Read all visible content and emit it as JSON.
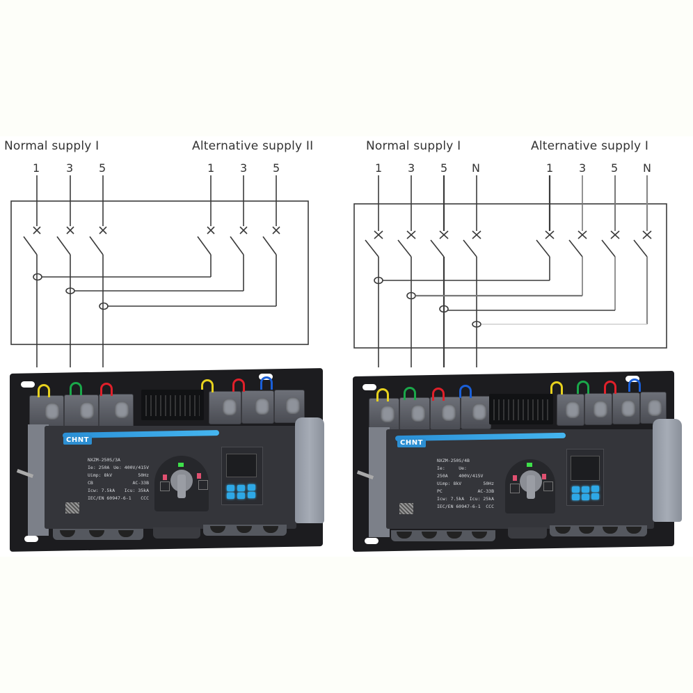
{
  "diagrams": [
    {
      "id": "3-pole",
      "normal_supply_label": "Normal supply I",
      "alternative_supply_label": "Alternative supply II",
      "normal_terminals": [
        "1",
        "3",
        "5"
      ],
      "alternative_terminals": [
        "1",
        "3",
        "5"
      ]
    },
    {
      "id": "4-pole",
      "normal_supply_label": "Normal supply I",
      "alternative_supply_label": "Alternative supply I",
      "normal_terminals": [
        "1",
        "3",
        "5",
        "N"
      ],
      "alternative_terminals": [
        "1",
        "3",
        "5",
        "N"
      ]
    }
  ],
  "devices": [
    {
      "brand": "CHNT",
      "model": "NXZM-250S/3A",
      "nameplate": [
        [
          "Ie: 250A",
          "Ue: 400V/415V"
        ],
        [
          "Uimp: 8kV",
          "50Hz"
        ],
        [
          "CB",
          "AC-33B"
        ],
        [
          "Icw: 7.5kA",
          "Icu: 35kA"
        ],
        [
          "IEC/EN 60947-6-1",
          "CCC"
        ]
      ],
      "wire_colors": [
        "#e8d21e",
        "#1aa84a",
        "#e0202a",
        "#e8d21e",
        "#e0202a",
        "#1a5fd8"
      ]
    },
    {
      "brand": "CHNT",
      "model": "NXZM-250S/4B",
      "nameplate": [
        [
          "Ie: 250A",
          "Ue: 400V/415V"
        ],
        [
          "Uimp: 8kV",
          "50Hz"
        ],
        [
          "PC",
          "AC-33B"
        ],
        [
          "Icw: 7.5kA",
          "Icu: 25kA"
        ],
        [
          "IEC/EN 60947-6-1",
          "CCC"
        ]
      ],
      "wire_colors": [
        "#e8d21e",
        "#1aa84a",
        "#e0202a",
        "#1a5fd8",
        "#e8d21e",
        "#1aa84a",
        "#e0202a",
        "#1a5fd8"
      ]
    }
  ],
  "colors": {
    "line": "#3a3a3a",
    "accent_blue": "#2d8fd2",
    "device_body": "#2f3035"
  }
}
